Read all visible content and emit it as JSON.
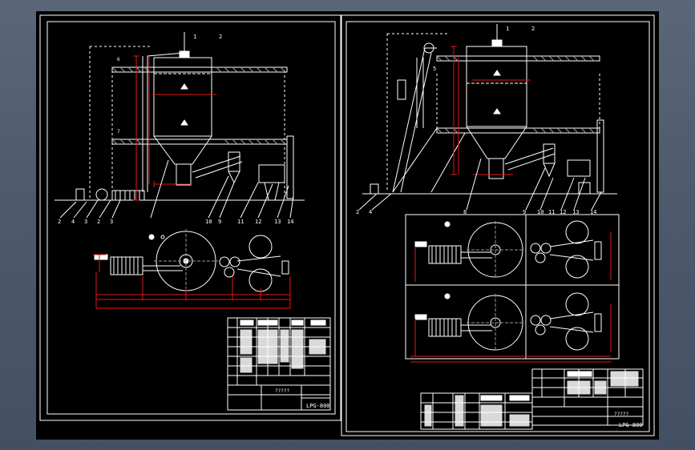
{
  "colors": {
    "background_outer": "#4d5a6c",
    "sheet": "#000000",
    "line_primary": "#ffffff",
    "line_dimension": "#e01818",
    "line_hatch": "#9a9a9a"
  },
  "left_sheet": {
    "drawing_no": "LPG-800",
    "title_cell": "?????",
    "callouts_bottom": [
      "2",
      "4",
      "3",
      "2",
      "3",
      "10",
      "9",
      "11",
      "12",
      "13",
      "14"
    ],
    "callouts_top": [
      "1",
      "2"
    ],
    "label_top_a": "6",
    "label_top_b": "7"
  },
  "right_sheet": {
    "drawing_no": "LPG-800",
    "title_cell": "?????",
    "callouts_bottom": [
      "2",
      "4",
      "5",
      "8",
      "9",
      "10",
      "11",
      "12",
      "13",
      "14"
    ],
    "callouts_top": [
      "1",
      "2"
    ]
  },
  "icons": [
    "drawing-sheet-icon"
  ]
}
